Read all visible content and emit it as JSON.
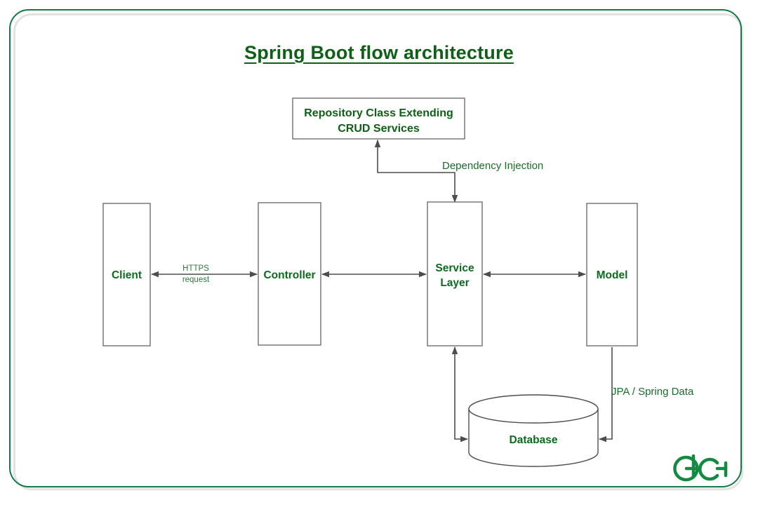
{
  "page": {
    "title": "Spring Boot flow architecture",
    "frame_color": "#137a46",
    "text_color": "#0d6016",
    "line_color": "#4d4d4d"
  },
  "diagram": {
    "type": "flow-architecture",
    "nodes": [
      {
        "id": "repository",
        "label_line1": "Repository Class Extending",
        "label_line2": "CRUD Services",
        "shape": "rectangle"
      },
      {
        "id": "client",
        "label_line1": "Client",
        "label_line2": "",
        "shape": "rectangle"
      },
      {
        "id": "controller",
        "label_line1": "Controller",
        "label_line2": "",
        "shape": "rectangle"
      },
      {
        "id": "service-layer",
        "label_line1": "Service",
        "label_line2": "Layer",
        "shape": "rectangle"
      },
      {
        "id": "model",
        "label_line1": "Model",
        "label_line2": "",
        "shape": "rectangle"
      },
      {
        "id": "database",
        "label_line1": "Database",
        "label_line2": "",
        "shape": "cylinder"
      }
    ],
    "edges": [
      {
        "id": "client-controller",
        "from": "client",
        "to": "controller",
        "label_line1": "HTTPS",
        "label_line2": "request",
        "direction": "both"
      },
      {
        "id": "controller-service",
        "from": "controller",
        "to": "service-layer",
        "label_line1": "",
        "label_line2": "",
        "direction": "both"
      },
      {
        "id": "service-model",
        "from": "service-layer",
        "to": "model",
        "label_line1": "",
        "label_line2": "",
        "direction": "both"
      },
      {
        "id": "service-repository",
        "from": "service-layer",
        "to": "repository",
        "label_line1": "Dependency Injection",
        "label_line2": "",
        "direction": "both"
      },
      {
        "id": "service-database",
        "from": "service-layer",
        "to": "database",
        "label_line1": "",
        "label_line2": "",
        "direction": "both"
      },
      {
        "id": "model-database",
        "from": "model",
        "to": "database",
        "label_line1": "JPA / Spring Data",
        "label_line2": "",
        "direction": "to"
      }
    ]
  },
  "logo": {
    "name": "geeksforgeeks-logo",
    "color": "#128a42"
  }
}
